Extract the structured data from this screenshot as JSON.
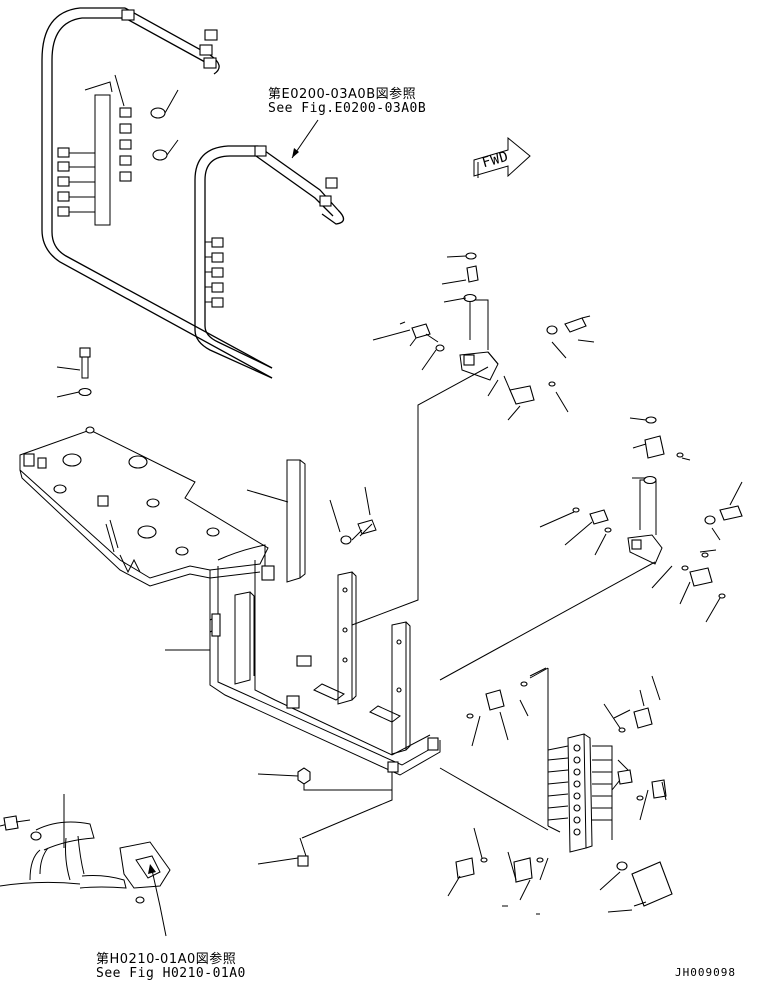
{
  "references": {
    "upper_jp": "第E0200-03A0B図参照",
    "upper_en": "See Fig.E0200-03A0B",
    "lower_jp": "第H0210-01A0図参照",
    "lower_en": "See Fig H0210-01A0"
  },
  "fwd_label": "FWD",
  "drawing_number": "JH009098"
}
